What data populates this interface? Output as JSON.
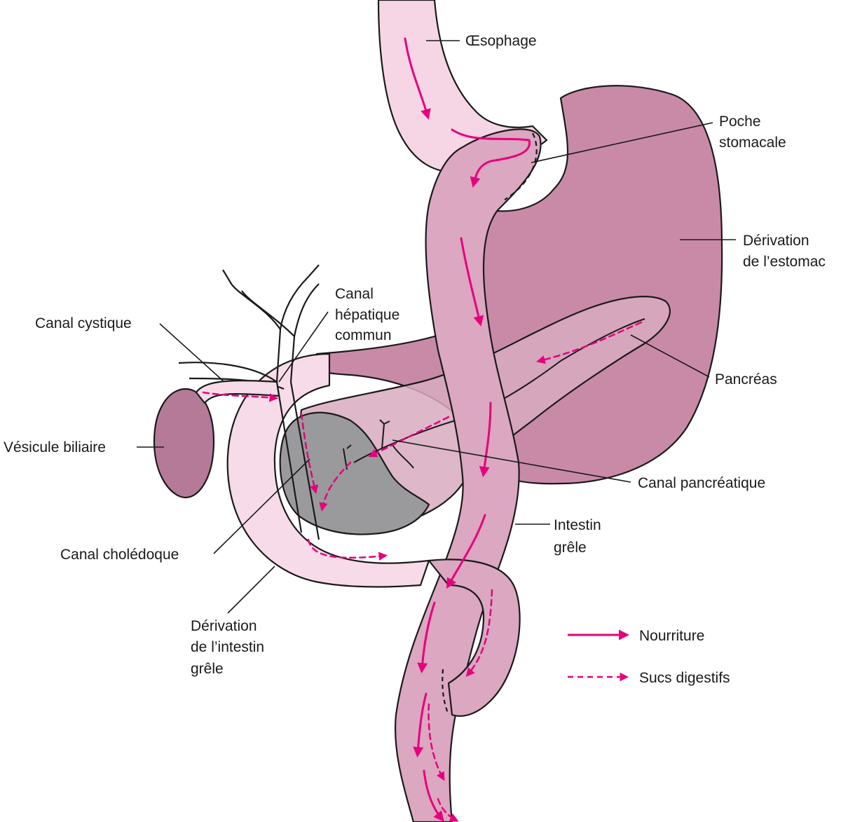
{
  "labels": {
    "oesophage": "Œsophage",
    "poche_1": "Poche",
    "poche_2": "stomacale",
    "derivation_estomac_1": "Dérivation",
    "derivation_estomac_2": "de l’estomac",
    "canal_hepatique_1": "Canal",
    "canal_hepatique_2": "hépatique",
    "canal_hepatique_3": "commun",
    "canal_cystique": "Canal cystique",
    "pancreas": "Pancréas",
    "vesicule": "Vésicule biliaire",
    "canal_pancreatique": "Canal pancréatique",
    "intestin_1": "Intestin",
    "intestin_2": "grêle",
    "canal_choledoque": "Canal cholédoque",
    "derivation_intestin_1": "Dérivation",
    "derivation_intestin_2": "de l’intestin",
    "derivation_intestin_3": "grêle"
  },
  "legend": {
    "food": "Nourriture",
    "juices": "Sucs digestifs"
  },
  "colors": {
    "food_arrow": "#e6007e",
    "stomach": "#c98aa8",
    "intestine": "#dba7c1",
    "esophagus": "#f6d6e4",
    "bypass_limb": "#f8dbe8",
    "pancreas": "#d8aac0",
    "gallbladder": "#b57a97",
    "duodenum_shadow": "#9a9a9c",
    "outline": "#1a1a1a"
  }
}
